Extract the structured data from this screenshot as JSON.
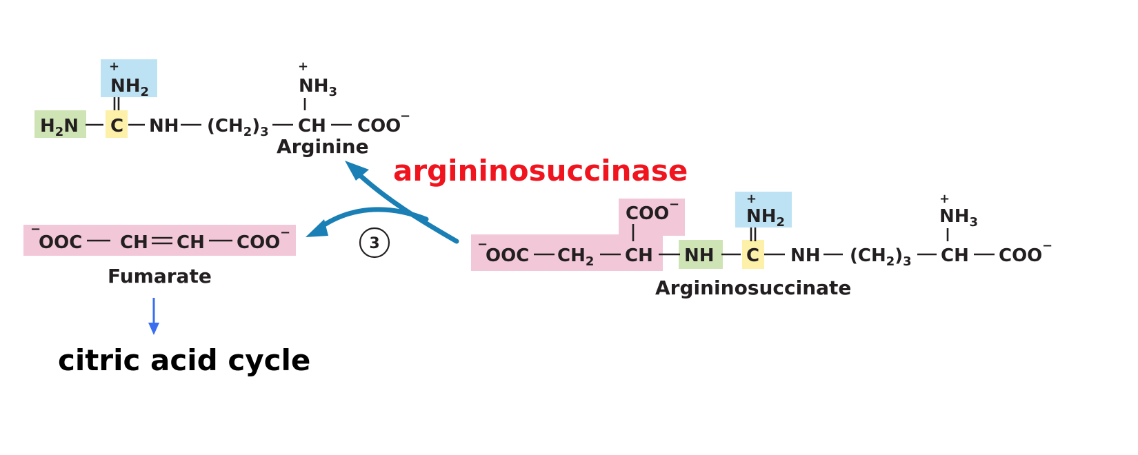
{
  "colors": {
    "amino_highlight": "#cfe4b4",
    "carbon_highlight": "#fdf0a8",
    "imine_highlight": "#bde2f4",
    "fumarate_highlight": "#f2c8d8",
    "reaction_arrow": "#1a7fb5",
    "fate_arrow": "#3a6ef0",
    "enzyme_text": "#f0141e"
  },
  "arginine": {
    "name": "Arginine",
    "h2n": "H",
    "h2n_sub": "2",
    "h2n_n": "N",
    "carbon": "C",
    "nh": "NH",
    "ch2_open": "(CH",
    "ch2_sub": "2",
    "ch2_close": ")",
    "ch2_count": "3",
    "ch": "CH",
    "coo": "COO",
    "imine_nh": "NH",
    "imine_sub": "2",
    "amine_nh": "NH",
    "amine_sub": "3",
    "plus": "+",
    "minus": "−"
  },
  "fumarate": {
    "name": "Fumarate",
    "left_ooc": "OOC",
    "ch_left": "CH",
    "ch_right": "CH",
    "coo": "COO",
    "minus": "−"
  },
  "argininosuccinate": {
    "name": "Argininosuccinate",
    "ooc": "OOC",
    "ch2": "CH",
    "ch2_sub": "2",
    "ch": "CH",
    "top_coo": "COO",
    "nh": "NH",
    "carbon": "C",
    "nh2": "NH",
    "nh2_sub": "2",
    "nh_chain": "NH",
    "ch2_open": "(CH",
    "ch2_chain_sub": "2",
    "ch2_close": ")",
    "ch2_count": "3",
    "ch_end": "CH",
    "coo_end": "COO",
    "nh3": "NH",
    "nh3_sub": "3",
    "plus": "+",
    "minus": "−"
  },
  "reaction": {
    "step_number": "3",
    "enzyme": "argininosuccinase"
  },
  "fate": {
    "label": "citric acid cycle"
  }
}
